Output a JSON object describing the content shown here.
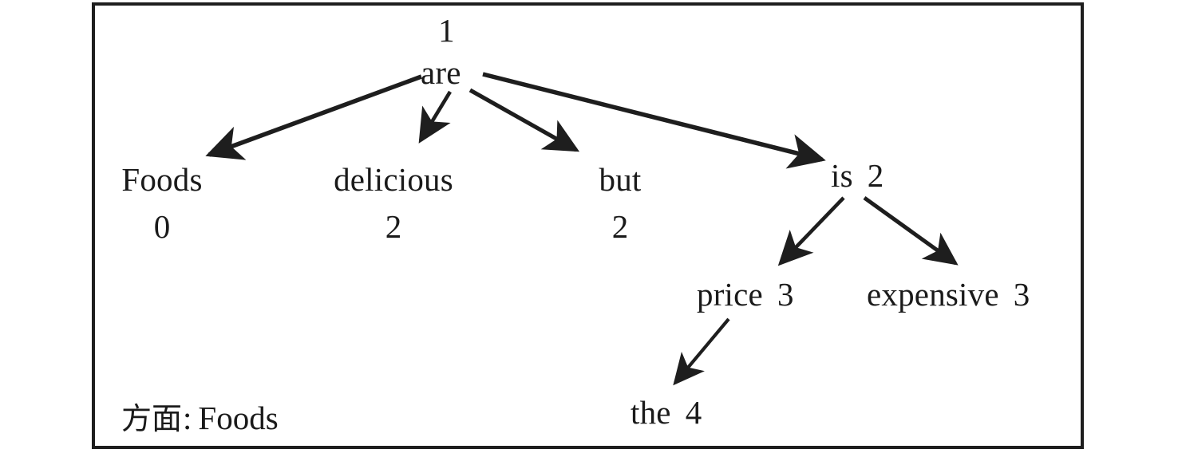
{
  "figure": {
    "type": "dependency-parse-tree",
    "frame": {
      "stroke_color": "#1e1e1e",
      "background": "#ffffff"
    },
    "sentence": "Foods are delicious but the price is expensive",
    "caption": {
      "aspect_label": "方面",
      "separator": ":",
      "aspect_value": "Foods"
    },
    "nodes": [
      {
        "id": "are",
        "word": "are",
        "index": "1",
        "level": 0
      },
      {
        "id": "foods",
        "word": "Foods",
        "index": "0",
        "level": 1
      },
      {
        "id": "delicious",
        "word": "delicious",
        "index": "2",
        "level": 1
      },
      {
        "id": "but",
        "word": "but",
        "index": "2",
        "level": 1
      },
      {
        "id": "is",
        "word": "is",
        "index": "2",
        "level": 1
      },
      {
        "id": "price",
        "word": "price",
        "index": "3",
        "level": 2
      },
      {
        "id": "expensive",
        "word": "expensive",
        "index": "3",
        "level": 2
      },
      {
        "id": "the",
        "word": "the",
        "index": "4",
        "level": 3
      }
    ],
    "edges": [
      {
        "from": "are",
        "to": "foods"
      },
      {
        "from": "are",
        "to": "delicious"
      },
      {
        "from": "are",
        "to": "but"
      },
      {
        "from": "are",
        "to": "is"
      },
      {
        "from": "is",
        "to": "price"
      },
      {
        "from": "is",
        "to": "expensive"
      },
      {
        "from": "price",
        "to": "the"
      }
    ]
  }
}
